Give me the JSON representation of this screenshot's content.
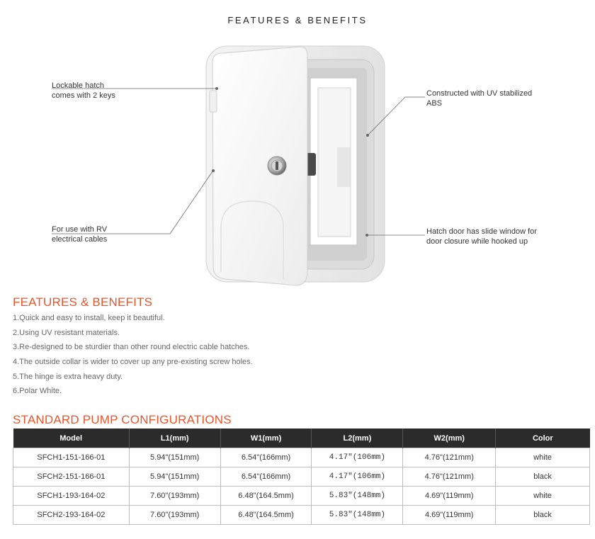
{
  "header": {
    "title": "FEATURES & BENEFITS"
  },
  "callouts": {
    "lockable": "Lockable hatch\ncomes with 2 keys",
    "rv": "For use with RV\nelectrical cables",
    "uv": "Constructed with UV stabilized\nABS",
    "slide": "Hatch door has slide window for\ndoor closure while hooked up"
  },
  "features": {
    "title": "FEATURES & BENEFITS",
    "items": [
      "1.Quick and easy to install, keep it beautiful.",
      "2.Using UV resistant materials.",
      "3.Re-designed to be sturdier than other round electric cable hatches.",
      "4.The outside collar is wider to cover up any pre-existing screw holes.",
      "5.The hinge is extra heavy duty.",
      "6.Polar White."
    ]
  },
  "config": {
    "title": "STANDARD PUMP CONFIGURATIONS",
    "headers": [
      "Model",
      "L1(mm)",
      "W1(mm)",
      "L2(mm)",
      "W2(mm)",
      "Color"
    ],
    "rows": [
      [
        "SFCH1-151-166-01",
        "5.94\"(151mm)",
        "6.54\"(166mm)",
        "4.17\"(106mm)",
        "4.76\"(121mm)",
        "white"
      ],
      [
        "SFCH2-151-166-01",
        "5.94\"(151mm)",
        "6.54\"(166mm)",
        "4.17\"(106mm)",
        "4.76\"(121mm)",
        "black"
      ],
      [
        "SFCH1-193-164-02",
        "7.60\"(193mm)",
        "6.48\"(164.5mm)",
        "5.83\"(148mm)",
        "4.69\"(119mm)",
        "white"
      ],
      [
        "SFCH2-193-164-02",
        "7.60\"(193mm)",
        "6.48\"(164.5mm)",
        "5.83\"(148mm)",
        "4.69\"(119mm)",
        "black"
      ]
    ]
  }
}
